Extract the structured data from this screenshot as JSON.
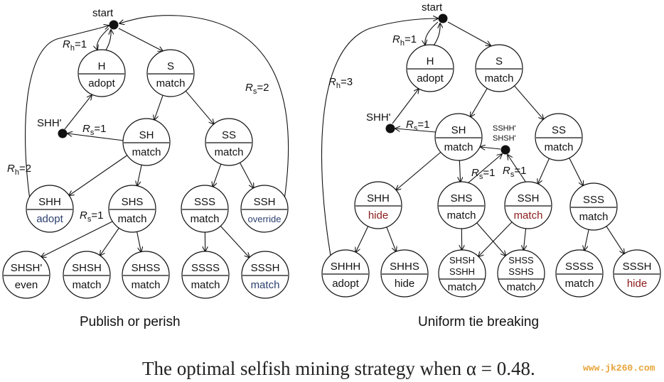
{
  "colors": {
    "stroke": "#111111",
    "blue": "#2b3f6e",
    "red": "#8b1a1a"
  },
  "left": {
    "title": "Publish or perish",
    "start": "start",
    "shh_prime": "SHH'",
    "edge_labels": {
      "rh1": "R",
      "rh1_sub": "h",
      "rh1_val": "=1",
      "rs1": "R",
      "rs1_sub": "s",
      "rs1_val": "=1",
      "rh2": "R",
      "rh2_sub": "h",
      "rh2_val": "=2",
      "rs2": "R",
      "rs2_sub": "s",
      "rs2_val": "=2",
      "rs1b": "R",
      "rs1b_sub": "s",
      "rs1b_val": "=1"
    },
    "nodes": {
      "H": [
        "H",
        "adopt"
      ],
      "S": [
        "S",
        "match"
      ],
      "SH": [
        "SH",
        "match"
      ],
      "SS": [
        "SS",
        "match"
      ],
      "SHH": [
        "SHH",
        "adopt"
      ],
      "SHS": [
        "SHS",
        "match"
      ],
      "SSS": [
        "SSS",
        "match"
      ],
      "SSH": [
        "SSH",
        "override"
      ],
      "SHSHp": [
        "SHSH'",
        "even"
      ],
      "SHSH": [
        "SHSH",
        "match"
      ],
      "SHSS": [
        "SHSS",
        "match"
      ],
      "SSSS": [
        "SSSS",
        "match"
      ],
      "SSSH": [
        "SSSH",
        "match"
      ]
    }
  },
  "right": {
    "title": "Uniform tie breaking",
    "start": "start",
    "shh_prime": "SHH'",
    "sshh_prime": "SSHH'",
    "shsh_prime": "SHSH'",
    "edge_labels": {
      "rh1": "R",
      "rh1_sub": "h",
      "rh1_val": "=1",
      "rh3": "R",
      "rh3_sub": "h",
      "rh3_val": "=3",
      "rs1": "R",
      "rs1_sub": "s",
      "rs1_val": "=1",
      "rs1b": "R",
      "rs1b_sub": "s",
      "rs1b_val": "=1",
      "rs1c": "R",
      "rs1c_sub": "s",
      "rs1c_val": "=1"
    },
    "nodes": {
      "H": [
        "H",
        "adopt"
      ],
      "S": [
        "S",
        "match"
      ],
      "SH": [
        "SH",
        "match"
      ],
      "SS": [
        "SS",
        "match"
      ],
      "SHH": [
        "SHH",
        "hide"
      ],
      "SHS": [
        "SHS",
        "match"
      ],
      "SSH": [
        "SSH",
        "match"
      ],
      "SSS": [
        "SSS",
        "match"
      ],
      "SHHH": [
        "SHHH",
        "adopt"
      ],
      "SHHS": [
        "SHHS",
        "hide"
      ],
      "SHSH_SSHH": [
        "SHSH",
        "SSHH",
        "match"
      ],
      "SHSS_SSHS": [
        "SHSS",
        "SSHS",
        "match"
      ],
      "SSSS": [
        "SSSS",
        "match"
      ],
      "SSSH": [
        "SSSH",
        "hide"
      ]
    }
  },
  "caption": "The optimal selfish mining strategy when α = 0.48.",
  "watermark": "www.jk260.com"
}
